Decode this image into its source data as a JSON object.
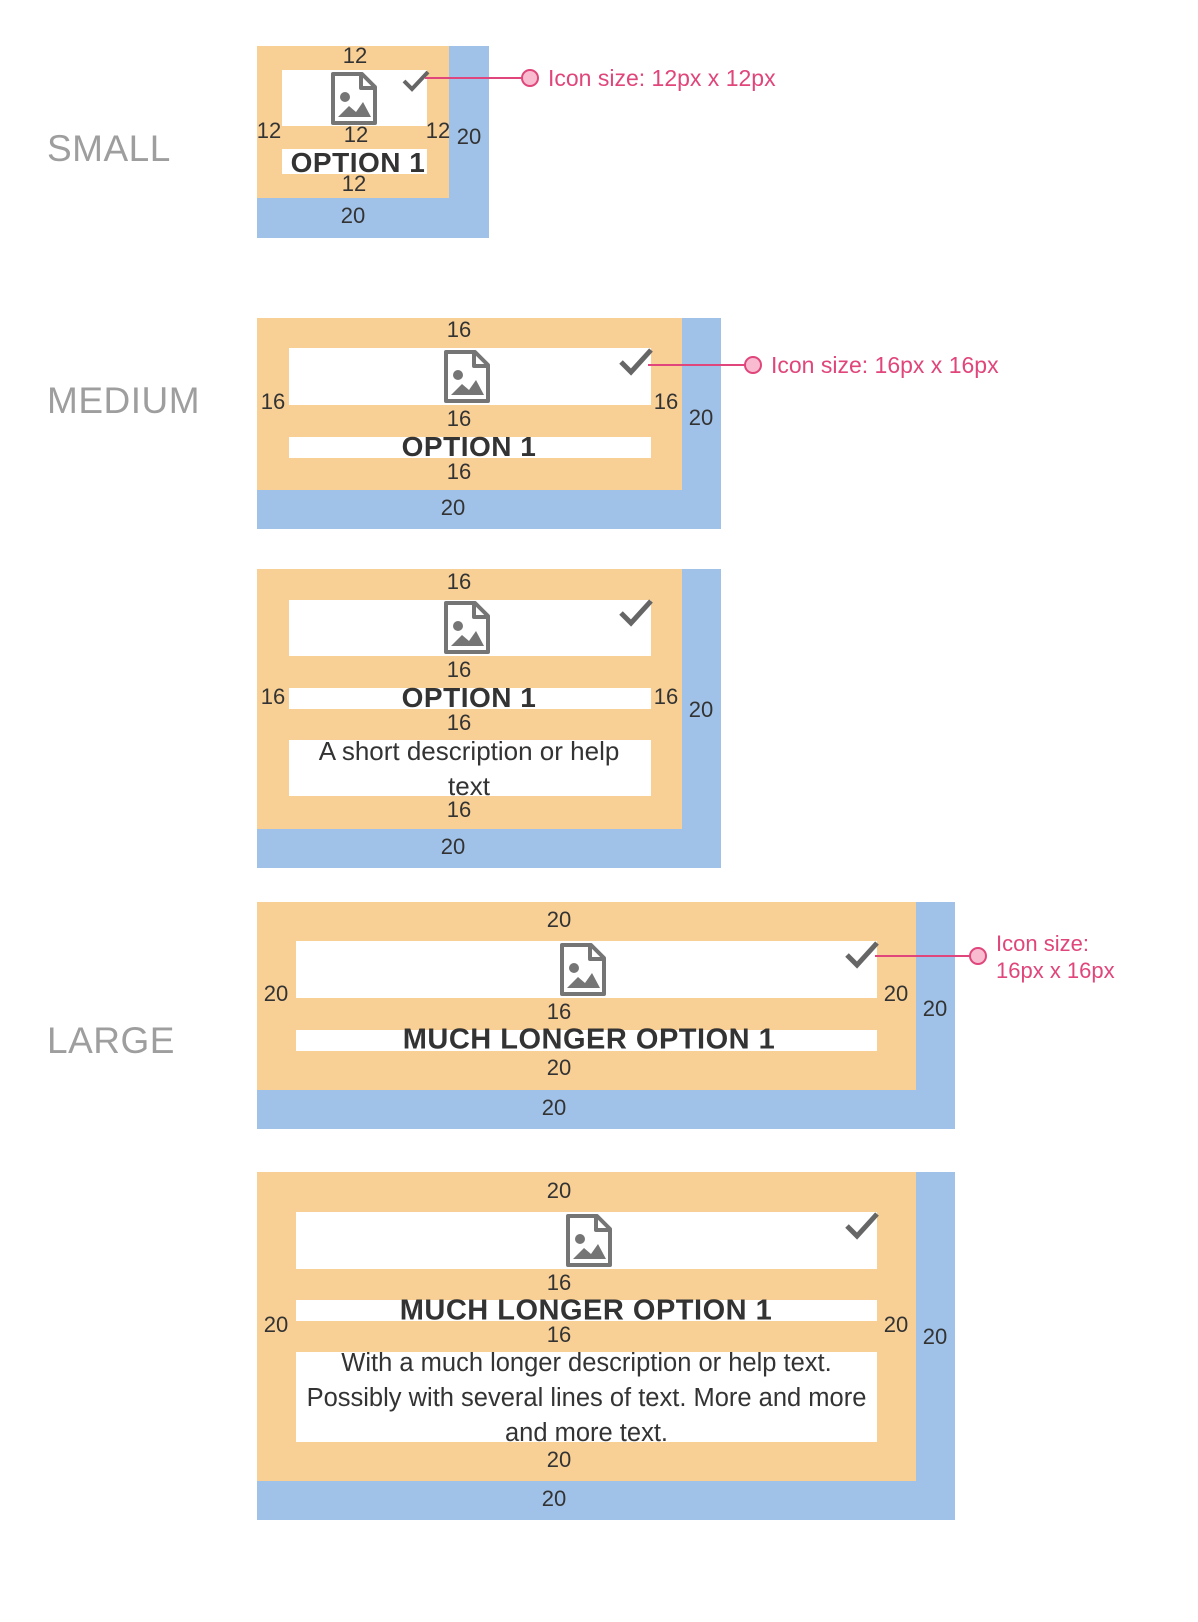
{
  "sizes": {
    "small": "SMALL",
    "medium": "MEDIUM",
    "large": "LARGE"
  },
  "small": {
    "padding": "12",
    "gap": "12",
    "shadow": "20",
    "title": "OPTION 1",
    "icon_note": "Icon size: 12px x 12px"
  },
  "medium_a": {
    "padding": "16",
    "gap": "16",
    "shadow": "20",
    "title": "OPTION 1",
    "icon_note": "Icon size: 16px x 16px"
  },
  "medium_b": {
    "padding": "16",
    "gap": "16",
    "shadow": "20",
    "title": "OPTION 1",
    "description": "A short description or help text"
  },
  "large_a": {
    "padding": "20",
    "gap": "16",
    "shadow": "20",
    "title": "MUCH LONGER OPTION 1",
    "icon_note_line1": "Icon size:",
    "icon_note_line2": "16px x 16px"
  },
  "large_b": {
    "padding": "20",
    "gap": "16",
    "shadow": "20",
    "title": "MUCH LONGER OPTION 1",
    "description": "With a much longer description or help text. Possibly with several lines of text. More and more and more text."
  },
  "colors": {
    "margin": "#a0c2e8",
    "padding": "#f8d096",
    "content": "#ffffff",
    "annotation": "#e0457b"
  },
  "icons": [
    "image-file-icon",
    "checkmark-icon"
  ]
}
